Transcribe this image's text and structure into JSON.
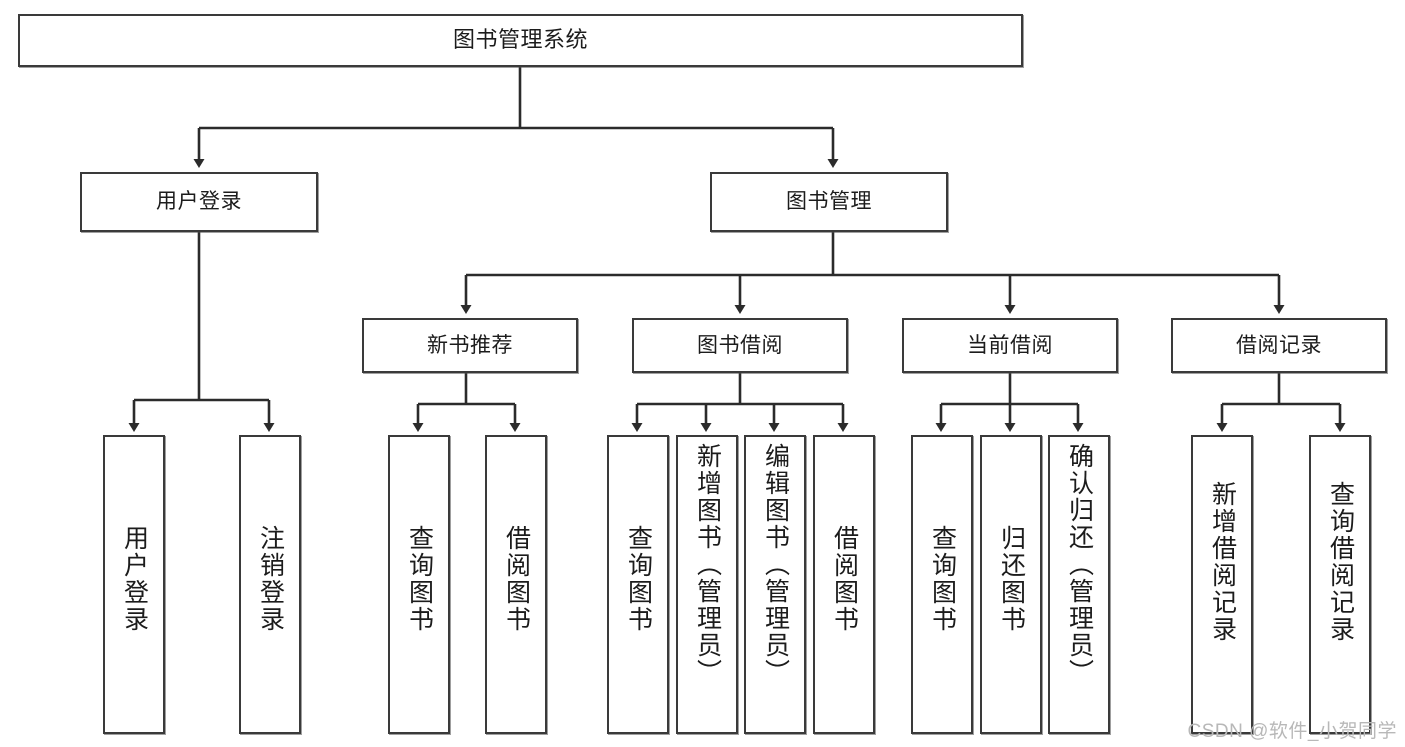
{
  "diagram": {
    "title": "图书管理系统",
    "type": "功能结构图",
    "colors": {
      "box_border": "#3a3a3a",
      "box_fill": "#ffffff",
      "connector": "#2b2b2b",
      "text": "#1c1c1c",
      "watermark": "#b8b8b8",
      "background": "#ffffff"
    }
  },
  "root": {
    "label": "图书管理系统"
  },
  "level2": [
    {
      "id": "user-login",
      "label": "用户登录"
    },
    {
      "id": "book-manage",
      "label": "图书管理"
    }
  ],
  "level3": [
    {
      "id": "new-book-recommend",
      "label": "新书推荐"
    },
    {
      "id": "book-borrow",
      "label": "图书借阅"
    },
    {
      "id": "current-borrow",
      "label": "当前借阅"
    },
    {
      "id": "borrow-record",
      "label": "借阅记录"
    }
  ],
  "leaves": {
    "user_login": [
      {
        "id": "leaf-user-login",
        "label": "用户登录"
      },
      {
        "id": "leaf-logout-login",
        "label": "注销登录"
      }
    ],
    "new_book_recommend": [
      {
        "id": "leaf-query-book-1",
        "label": "查询图书"
      },
      {
        "id": "leaf-borrow-book-1",
        "label": "借阅图书"
      }
    ],
    "book_borrow": [
      {
        "id": "leaf-query-book-2",
        "label": "查询图书"
      },
      {
        "id": "leaf-add-book",
        "label": "新增图书（管理员）"
      },
      {
        "id": "leaf-edit-book",
        "label": "编辑图书（管理员）"
      },
      {
        "id": "leaf-borrow-book-2",
        "label": "借阅图书"
      }
    ],
    "current_borrow": [
      {
        "id": "leaf-query-book-3",
        "label": "查询图书"
      },
      {
        "id": "leaf-return-book",
        "label": "归还图书"
      },
      {
        "id": "leaf-confirm-return",
        "label": "确认归还（管理员）"
      }
    ],
    "borrow_record": [
      {
        "id": "leaf-add-record",
        "label": "新增借阅记录"
      },
      {
        "id": "leaf-query-record",
        "label": "查询借阅记录"
      }
    ]
  },
  "watermark": {
    "text": "CSDN @软件_小贺同学"
  }
}
